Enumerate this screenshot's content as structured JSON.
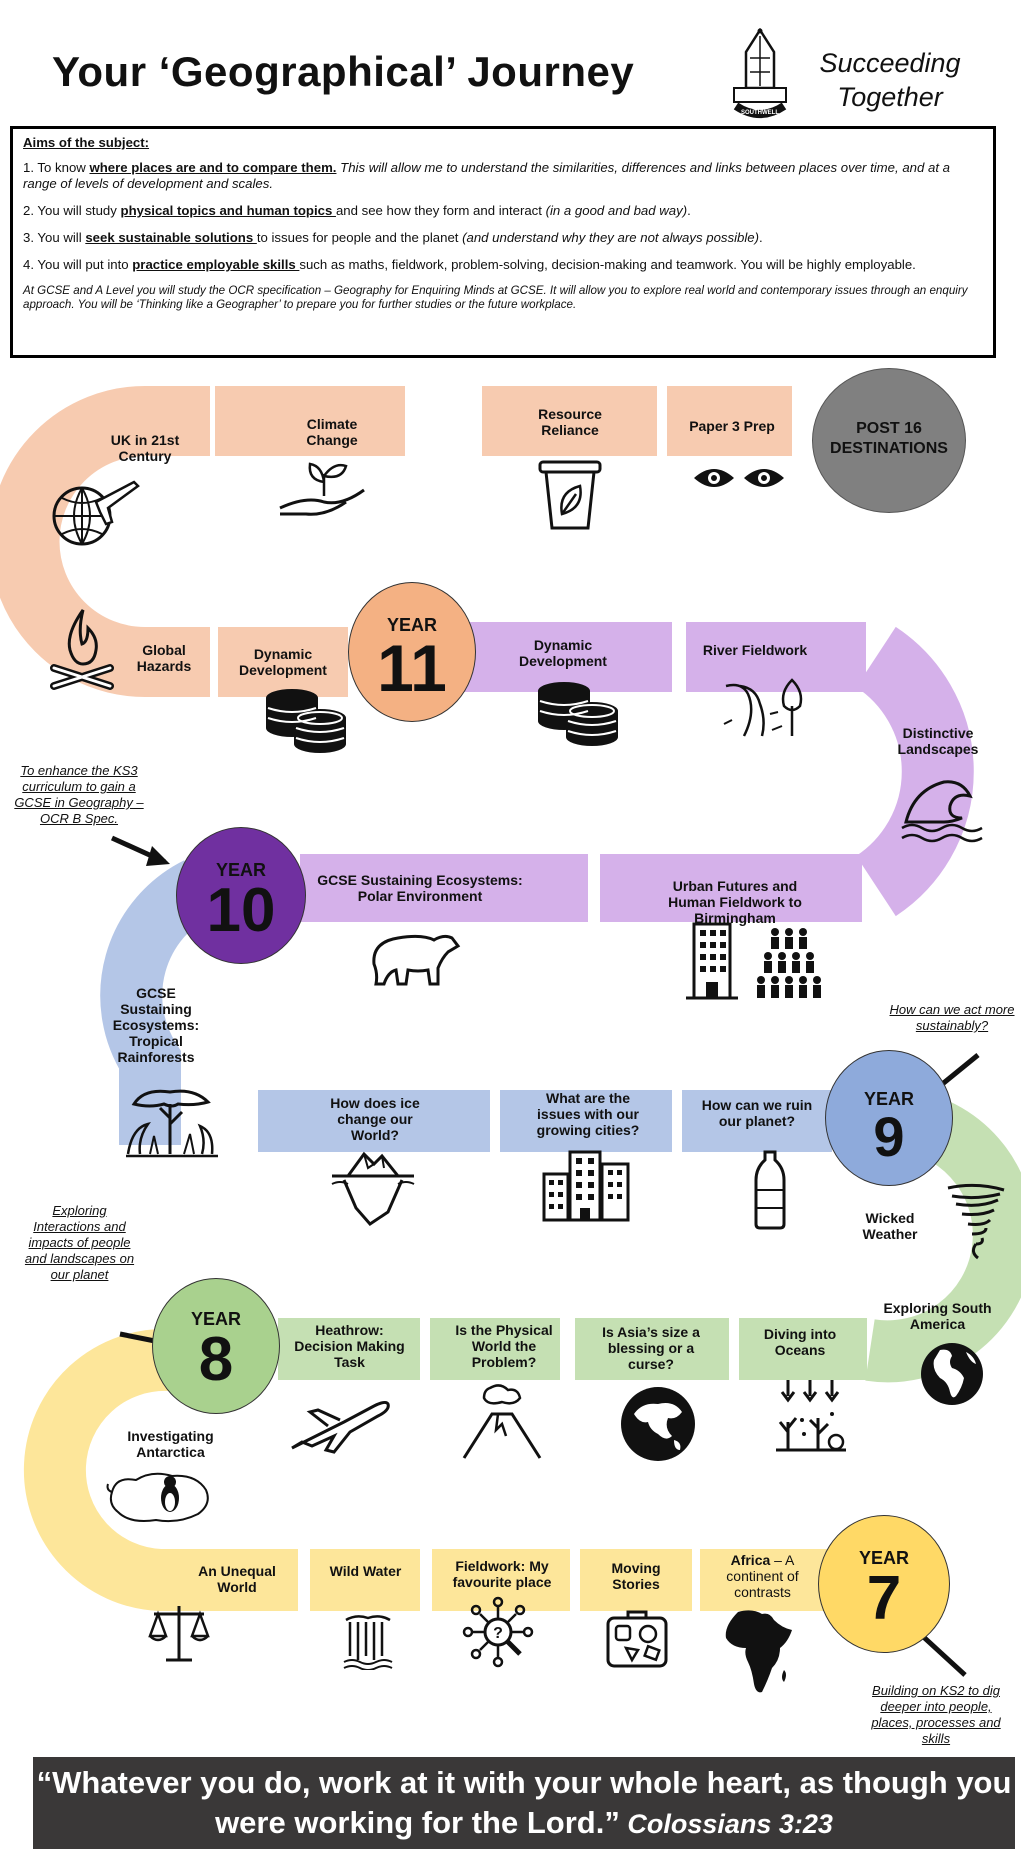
{
  "header": {
    "title": "Your ‘Geographical’ Journey",
    "tagline_line1": "Succeeding",
    "tagline_line2": "Together",
    "crest_text": "SOUTHWELL"
  },
  "aims": {
    "heading": "Aims of the subject:",
    "p1_pre": "1. To know ",
    "p1_bold": "where places are and to compare them.",
    "p1_rest": "  This will allow me to understand the similarities, differences and links between places over time, and at a range of levels of development and scales.",
    "p2_pre": "2. You will study ",
    "p2_bold": "physical topics and human topics ",
    "p2_mid": "and see how they form and interact ",
    "p2_it": "(in a good and bad way)",
    "p2_end": ".",
    "p3_pre": "3. You will ",
    "p3_bold": "seek sustainable solutions ",
    "p3_mid": "to issues for people and the planet ",
    "p3_it": "(and understand why they are not always possible)",
    "p3_end": ".",
    "p4_pre": "4. You will put into ",
    "p4_bold": "practice employable skills ",
    "p4_rest": "such as maths, fieldwork, problem-solving, decision-making and teamwork.  You will be highly employable.",
    "note": "At GCSE and A Level you will study the OCR specification – Geography for Enquiring Minds at GCSE.  It will allow you to explore real world and contemporary issues through an enquiry approach.  You will be ‘Thinking  like a Geographer’ to prepare you for further studies or the future workplace."
  },
  "years": {
    "label": "YEAR",
    "y7": "7",
    "y8": "8",
    "y9": "9",
    "y10": "10",
    "y11": "11"
  },
  "post16": {
    "line1": "POST 16",
    "line2": "DESTINATIONS"
  },
  "topics": {
    "uk21": "UK in 21st Century",
    "climate": "Climate Change",
    "resource": "Resource Reliance",
    "paper3": "Paper 3 Prep",
    "hazards": "Global Hazards",
    "dyn_dev_1": "Dynamic Development",
    "dyn_dev_2": "Dynamic Development",
    "river": "River Fieldwork",
    "distinctive": "Distinctive Landscapes",
    "polar": "GCSE Sustaining Ecosystems: Polar Environment",
    "urban": "Urban Futures and Human Fieldwork to Birmingham",
    "tropical": "GCSE Sustaining Ecosystems: Tropical Rainforests",
    "ice": "How does ice change our World?",
    "cities": "What are the issues with our growing cities?",
    "ruin": "How can we ruin our planet?",
    "weather": "Wicked Weather",
    "sa": "Exploring South America",
    "heathrow": "Heathrow: Decision Making Task",
    "physical": "Is the Physical World the Problem?",
    "asia": "Is Asia’s size a blessing or a curse?",
    "oceans": "Diving into Oceans",
    "antarctica": "Investigating Antarctica",
    "unequal": "An Unequal World",
    "wild": "Wild Water",
    "fieldwork": "Fieldwork: My favourite place",
    "moving": "Moving Stories",
    "africa_bold": "Africa",
    "africa_rest": " – A continent of contrasts"
  },
  "notes": {
    "ks3": "To enhance the KS3 curriculum to gain a GCSE in Geography – OCR B Spec.",
    "act": "How can we act more sustainably?",
    "explore": "Exploring Interactions and impacts of people and landscapes on our planet",
    "ks2": "Building on KS2 to dig deeper into people, places, processes and skills"
  },
  "quote": {
    "text": "“Whatever you do, work at it with your whole heart, as though you were working for the Lord.”",
    "ref": " Colossians 3:23"
  },
  "colors": {
    "orange": "#f7cbb0",
    "purple": "#d5b1ea",
    "blue": "#b4c6e7",
    "green": "#c5e0b3",
    "yellow": "#fde69a",
    "y11": "#f4b183",
    "y10": "#7030a0",
    "y9": "#8eaadb",
    "y8": "#a9d18e",
    "y7": "#ffd966",
    "post16": "#808080",
    "quote_bg": "#3a3838"
  }
}
